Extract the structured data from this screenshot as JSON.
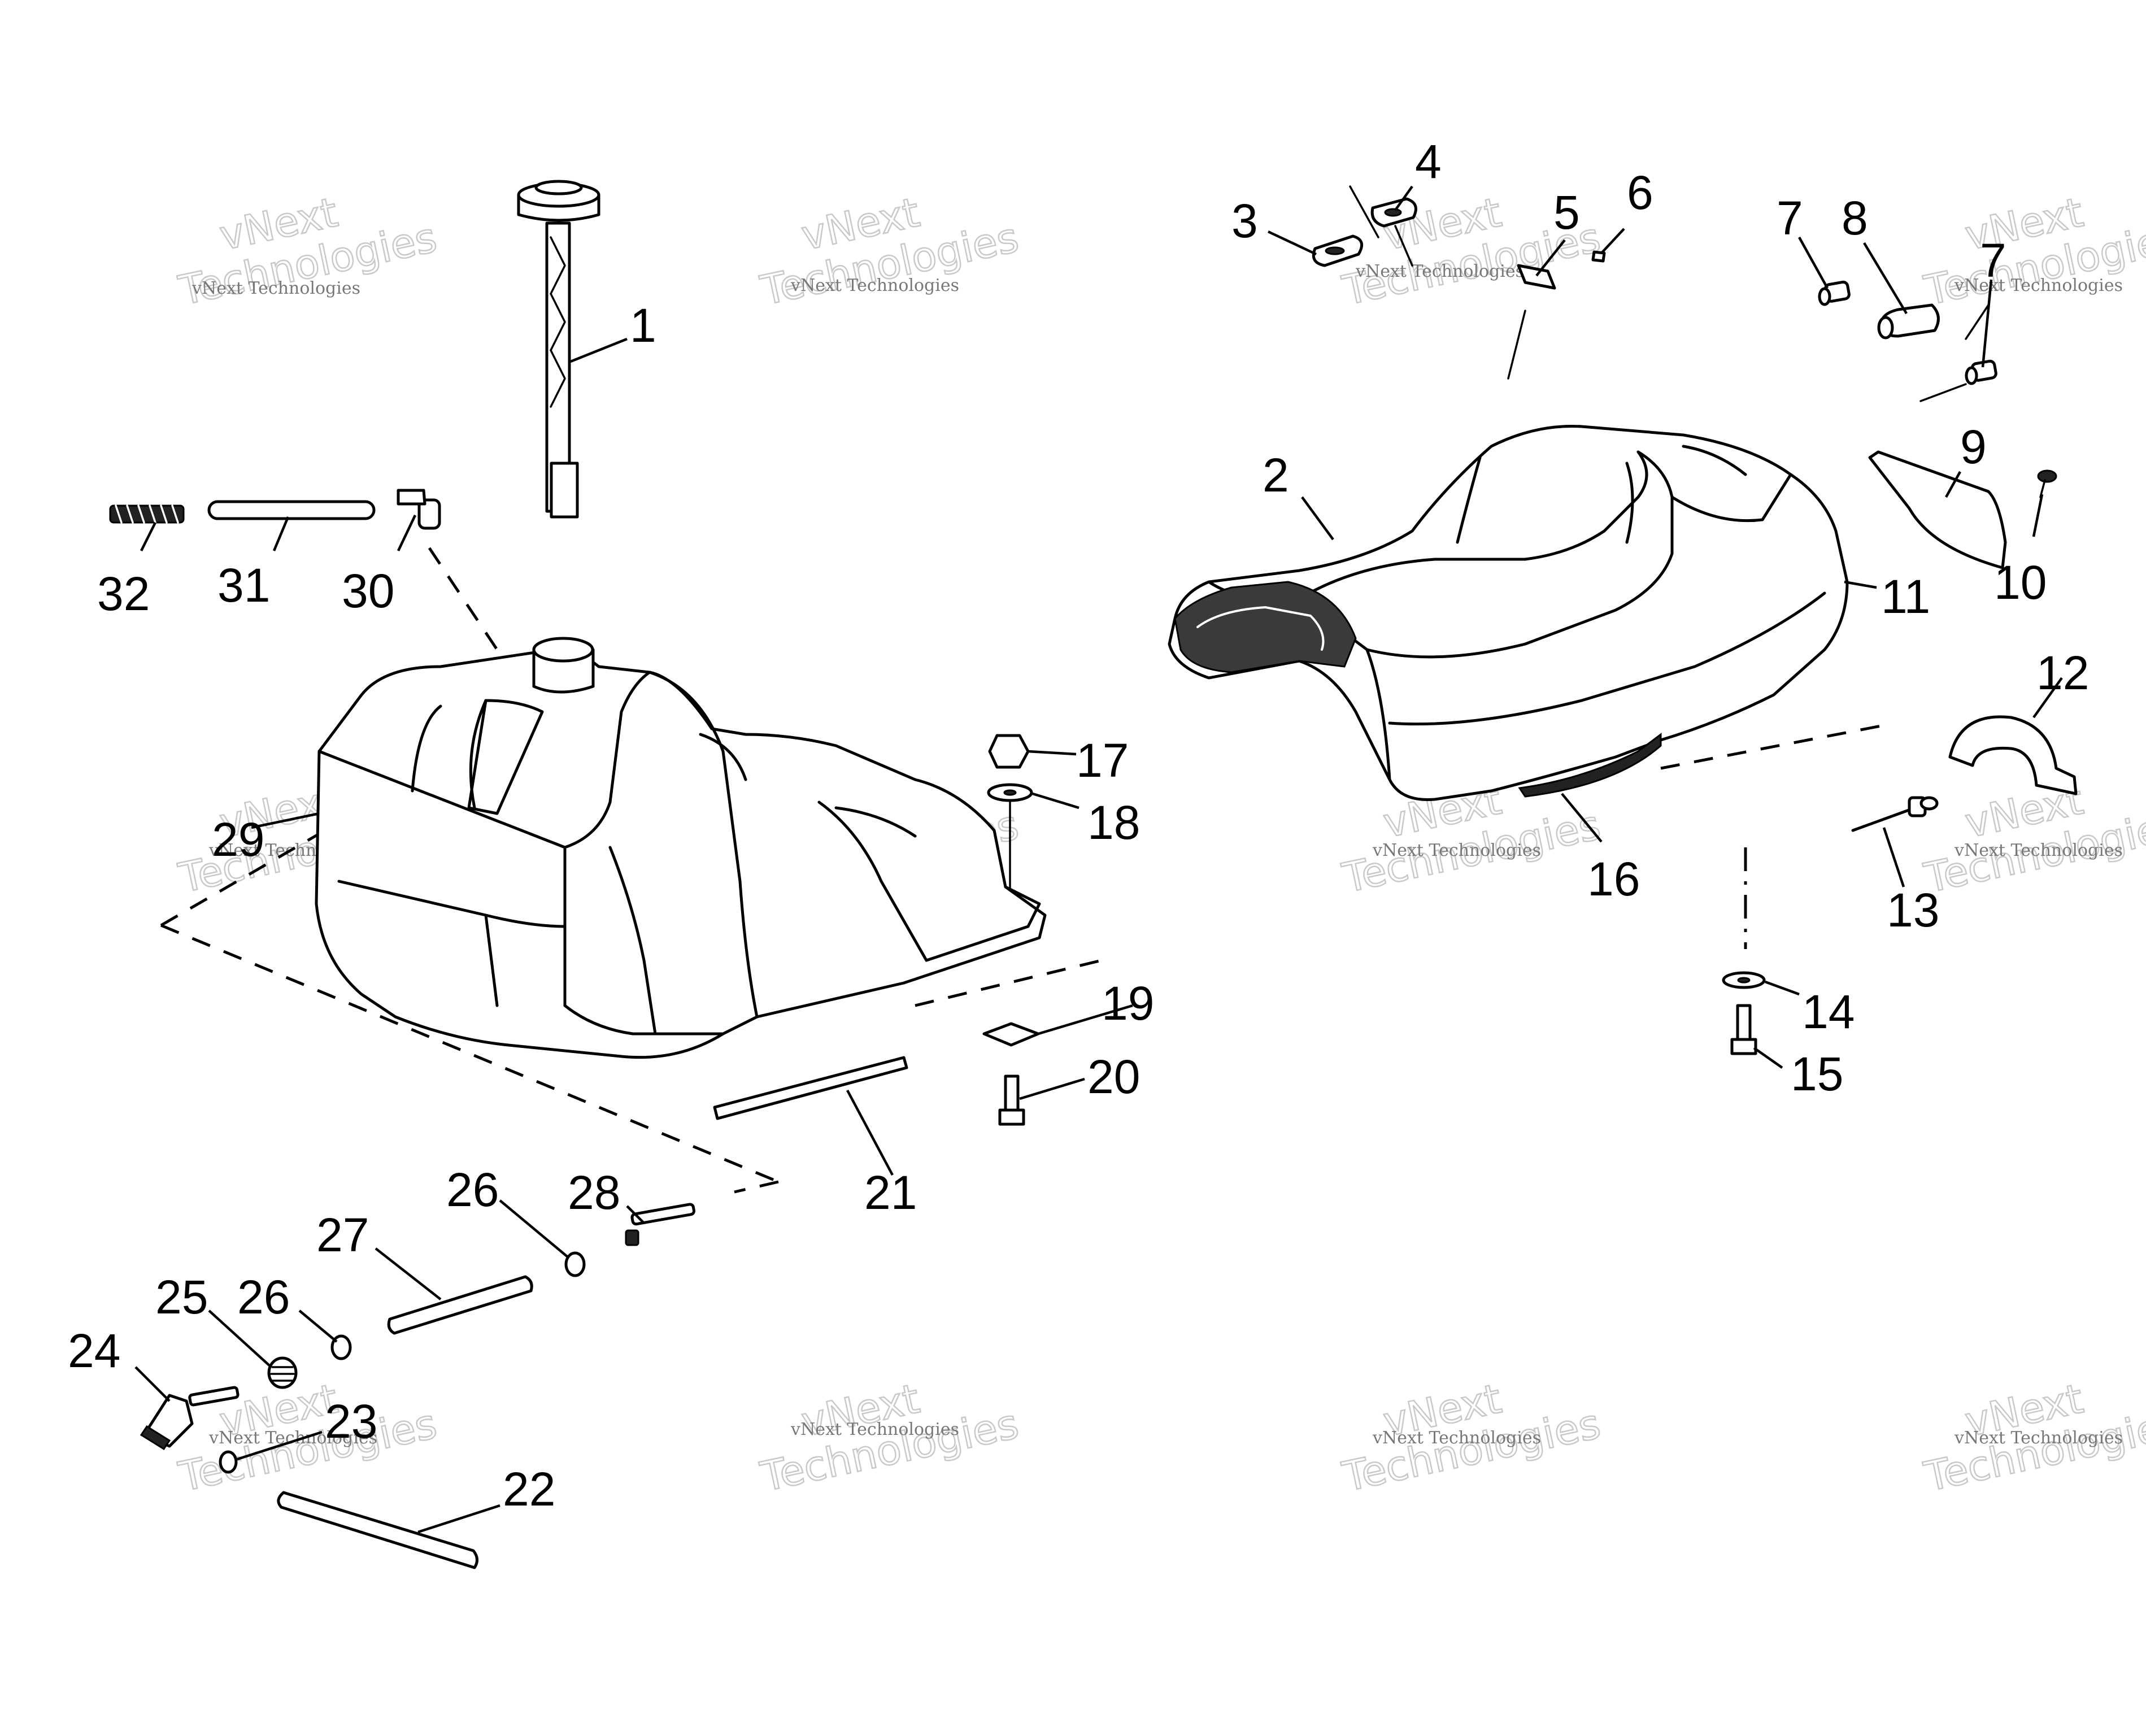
{
  "watermark": {
    "line1": "vNext",
    "line2": "Technologies",
    "small": "vNext Technologies"
  },
  "callouts": [
    {
      "id": "1",
      "text": "1"
    },
    {
      "id": "2",
      "text": "2"
    },
    {
      "id": "3",
      "text": "3"
    },
    {
      "id": "4",
      "text": "4"
    },
    {
      "id": "5",
      "text": "5"
    },
    {
      "id": "6",
      "text": "6"
    },
    {
      "id": "7a",
      "text": "7"
    },
    {
      "id": "7b",
      "text": "7"
    },
    {
      "id": "8",
      "text": "8"
    },
    {
      "id": "9",
      "text": "9"
    },
    {
      "id": "10",
      "text": "10"
    },
    {
      "id": "11",
      "text": "11"
    },
    {
      "id": "12",
      "text": "12"
    },
    {
      "id": "13",
      "text": "13"
    },
    {
      "id": "14",
      "text": "14"
    },
    {
      "id": "15",
      "text": "15"
    },
    {
      "id": "16",
      "text": "16"
    },
    {
      "id": "17",
      "text": "17"
    },
    {
      "id": "18",
      "text": "18"
    },
    {
      "id": "19",
      "text": "19"
    },
    {
      "id": "20",
      "text": "20"
    },
    {
      "id": "21",
      "text": "21"
    },
    {
      "id": "22",
      "text": "22"
    },
    {
      "id": "23",
      "text": "23"
    },
    {
      "id": "24",
      "text": "24"
    },
    {
      "id": "25",
      "text": "25"
    },
    {
      "id": "26a",
      "text": "26"
    },
    {
      "id": "26b",
      "text": "26"
    },
    {
      "id": "27",
      "text": "27"
    },
    {
      "id": "28",
      "text": "28"
    },
    {
      "id": "29",
      "text": "29"
    },
    {
      "id": "30",
      "text": "30"
    },
    {
      "id": "31",
      "text": "31"
    },
    {
      "id": "32",
      "text": "32"
    }
  ]
}
